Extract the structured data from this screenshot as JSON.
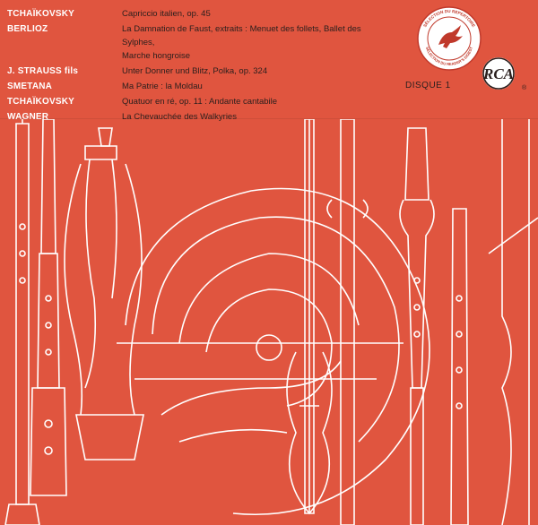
{
  "tracks": [
    {
      "composer": "TCHAÏKOVSKY",
      "work": [
        "Capriccio italien, op. 45"
      ]
    },
    {
      "composer": "BERLIOZ",
      "work": [
        "La Damnation de Faust, extraits : Menuet des follets, Ballet des Sylphes,",
        "Marche hongroise"
      ]
    },
    {
      "composer": "J. STRAUSS fils",
      "work": [
        "Unter Donner und Blitz, Polka, op. 324"
      ]
    },
    {
      "composer": "SMETANA",
      "work": [
        "Ma Patrie : la Moldau"
      ]
    },
    {
      "composer": "TCHAÏKOVSKY",
      "work": [
        "Quatuor en ré, op. 11 : Andante cantabile"
      ]
    },
    {
      "composer": "WAGNER",
      "work": [
        "La Chevauchée des Walkyries"
      ]
    }
  ],
  "disc_label": "DISQUE 1",
  "seal": {
    "top_text": "SÉLECTION DU REPERTOIRE",
    "bottom_text": "SÉLECTION DU READER'S DIGEST"
  },
  "brand": {
    "logo_text": "RCA",
    "registered": "®"
  },
  "colors": {
    "background": "#e0553f",
    "line_art": "#ffffff",
    "ink": "#2a1f1d",
    "seal_red": "#c0392b"
  }
}
